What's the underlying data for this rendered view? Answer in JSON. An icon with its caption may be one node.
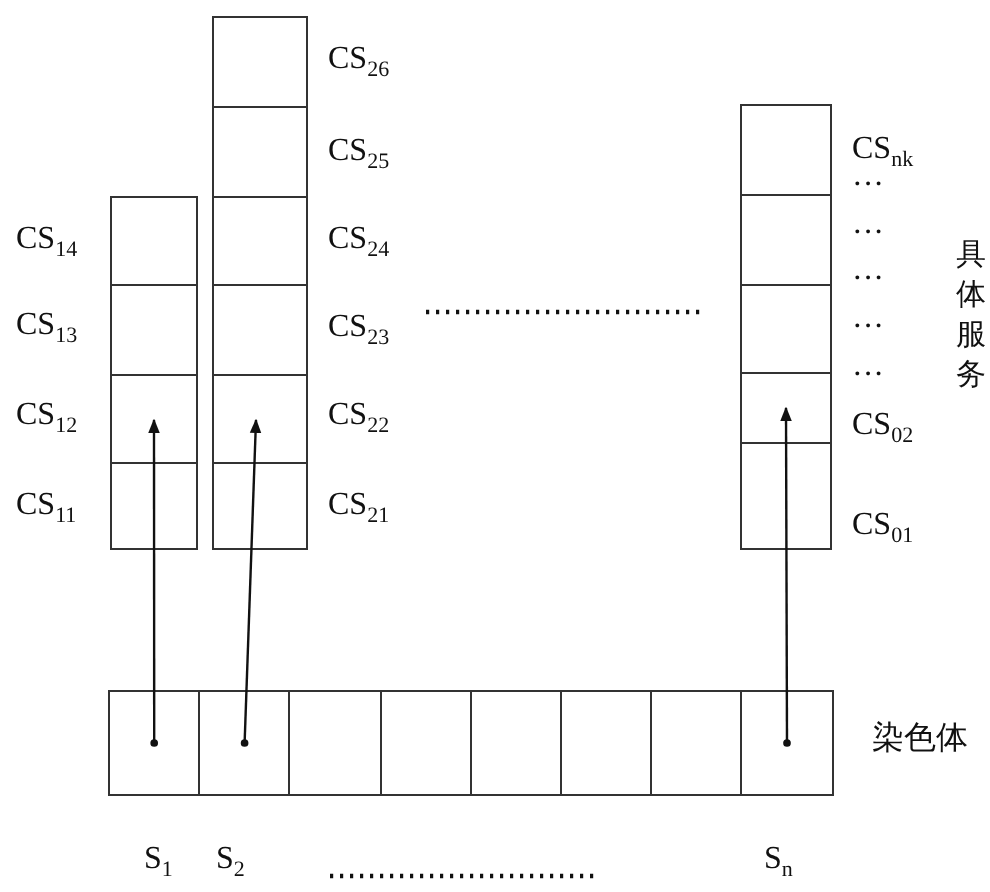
{
  "diagram": {
    "nodes": [
      {
        "text": [],
        "shape": "box",
        "beside": [
          "CS$_{14}$",
          "CS$_{13}$",
          "CS$_{12}$",
          "CS$_{11}$"
        ]
      },
      {
        "text": [],
        "shape": "box",
        "beside": [
          "CS$_{26}$",
          "CS$_{25}$",
          "CS$_{24}$",
          "CS$_{23}$",
          "CS$_{22}$",
          "CS$_{21}$"
        ]
      },
      {
        "text": [],
        "shape": "box",
        "beside": [
          "CS$_{nk}$",
          "···",
          "···",
          "···",
          "···",
          "···",
          "CS$_{02}$",
          "CS$_{01}$"
        ]
      },
      {
        "text": [],
        "shape": "box",
        "beside": [
          "S$_{1}$"
        ]
      },
      {
        "text": [],
        "shape": "box",
        "beside": [
          "S$_{2}$"
        ]
      },
      {
        "text": [],
        "shape": "box"
      },
      {
        "text": [],
        "shape": "box"
      },
      {
        "text": [],
        "shape": "box"
      },
      {
        "text": [],
        "shape": "box"
      },
      {
        "text": [],
        "shape": "box"
      },
      {
        "text": [],
        "shape": "box",
        "beside": [
          "S$_{n}$"
        ]
      }
    ],
    "edges": [
      {
        "from": 3,
        "to": 0,
        "arrow": "to"
      },
      {
        "from": 4,
        "to": 1,
        "arrow": "to"
      },
      {
        "from": 10,
        "to": 2,
        "arrow": "to"
      }
    ],
    "labels": [
      "具体服务",
      "染色体"
    ]
  }
}
